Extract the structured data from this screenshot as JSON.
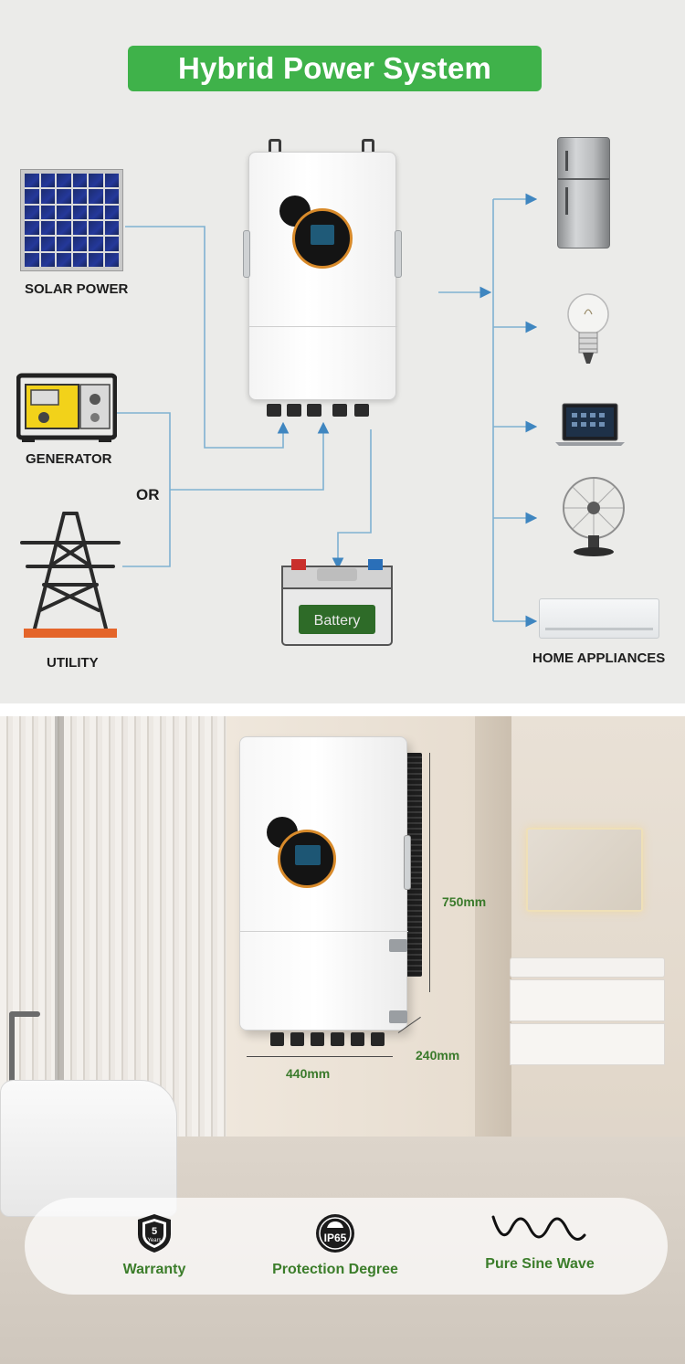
{
  "title": "Hybrid Power System",
  "sources": {
    "solar": "SOLAR POWER",
    "generator": "GENERATOR",
    "or": "OR",
    "utility": "UTILITY"
  },
  "battery_label": "Battery",
  "appliances_label": "HOME APPLIANCES",
  "dimensions": {
    "height": "750mm",
    "depth": "240mm",
    "width": "440mm"
  },
  "features": [
    {
      "icon": "warranty-shield-icon",
      "badge_num": "5",
      "badge_text": "Years",
      "label": "Warranty"
    },
    {
      "icon": "ip65-badge-icon",
      "badge_text": "IP65",
      "label": "Protection Degree"
    },
    {
      "icon": "sine-wave-icon",
      "label": "Pure Sine Wave"
    }
  ],
  "colors": {
    "brand_green": "#3fb24a",
    "feature_green": "#3b7d2a",
    "wire_blue": "#6fa7c9",
    "screen_ring": "#d88a2a"
  }
}
